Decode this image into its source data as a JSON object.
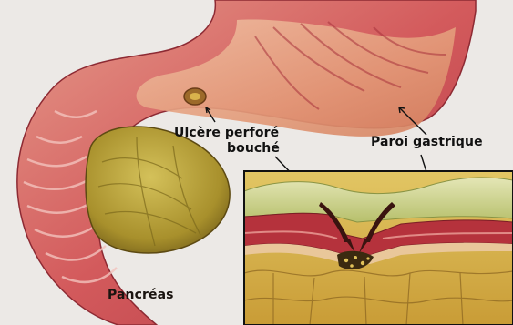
{
  "labels": {
    "ulcer_line1": "Ulcère perforé",
    "ulcer_line2": "bouché",
    "gastric_wall": "Paroi gastrique",
    "pancreas": "Pancréas"
  },
  "colors": {
    "background": "#ece9e6",
    "stomach_wall": "#c8404a",
    "stomach_lining": "#e8a284",
    "pancreas": "#b39a32",
    "inset_fat": "#d7b64c",
    "mucosa_top": "#cfd39a"
  }
}
